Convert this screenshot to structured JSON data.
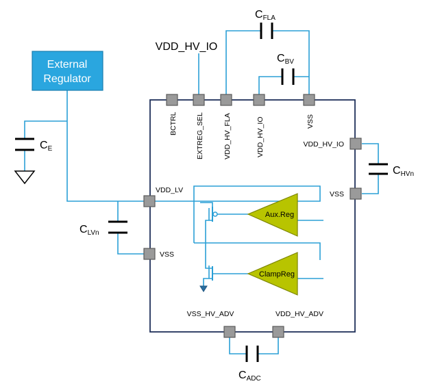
{
  "external_regulator": {
    "line1": "External",
    "line2": "Regulator"
  },
  "top_supply_label": "VDD_HV_IO",
  "top_pins": [
    "BCTRL",
    "EXTREG_SEL",
    "VDD_HV_FLA",
    "VDD_HV_IO",
    "VSS"
  ],
  "right_pins": {
    "vdd_hv_io": "VDD_HV_IO",
    "vss": "VSS"
  },
  "left_pins": {
    "vdd_lv": "VDD_LV",
    "vss": "VSS"
  },
  "bottom_pins": {
    "vss_hv_adv": "VSS_HV_ADV",
    "vdd_hv_adv": "VDD_HV_ADV"
  },
  "blocks": {
    "aux_reg": "Aux.Reg",
    "clamp_reg": "ClampReg"
  },
  "capacitors": {
    "c_fla": {
      "base": "C",
      "sub": "FLA"
    },
    "c_bv": {
      "base": "C",
      "sub": "BV"
    },
    "c_e": {
      "base": "C",
      "sub": "E"
    },
    "c_hvn": {
      "base": "C",
      "sub": "HVn"
    },
    "c_lvn": {
      "base": "C",
      "sub": "LVn"
    },
    "c_adc": {
      "base": "C",
      "sub": "ADC"
    }
  },
  "colors": {
    "wire": "#2a9fd6",
    "chip_border": "#1f2f5a",
    "regulator_box": "#2aa6df",
    "pad": "#9a9a9a",
    "amplifier": "#b8c400"
  }
}
